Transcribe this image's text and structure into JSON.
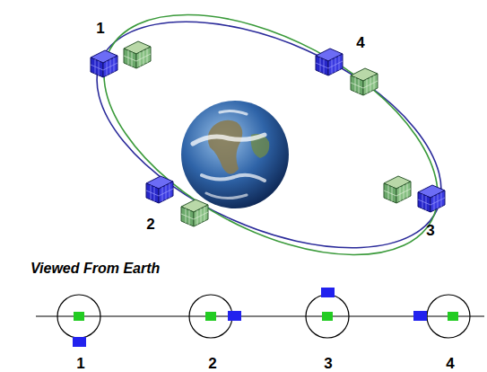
{
  "diagram": {
    "labels": [
      "1",
      "4",
      "2",
      "3",
      "Viewed From Earth",
      "1",
      "2",
      "3",
      "4"
    ]
  }
}
